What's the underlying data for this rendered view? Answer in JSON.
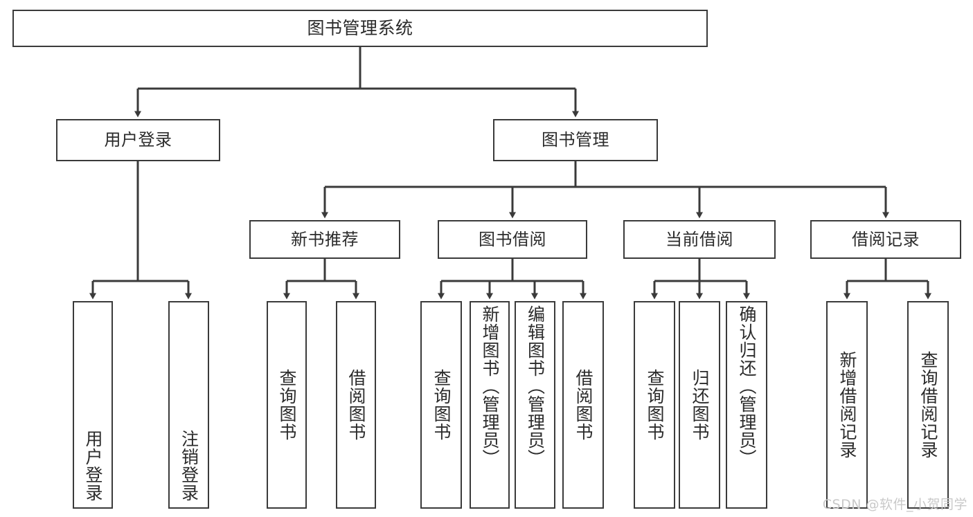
{
  "diagram": {
    "title": "图书管理系统",
    "type": "tree",
    "background_color": "#ffffff",
    "line_color": "#3a3a3a",
    "text_color": "#2b2b2b",
    "nodes": {
      "root": {
        "label": "图书管理系统"
      },
      "tier2": [
        {
          "id": "user-login",
          "label": "用户登录"
        },
        {
          "id": "book-management",
          "label": "图书管理"
        }
      ],
      "tier3": [
        {
          "id": "new-book-recommend",
          "label": "新书推荐"
        },
        {
          "id": "book-borrow",
          "label": "图书借阅"
        },
        {
          "id": "current-borrow",
          "label": "当前借阅"
        },
        {
          "id": "borrow-record",
          "label": "借阅记录"
        }
      ],
      "leaves": {
        "user_login": [
          {
            "id": "leaf-user-login",
            "label": "用户登录"
          },
          {
            "id": "leaf-logout",
            "label": "注销登录"
          }
        ],
        "new_book_recommend": [
          {
            "id": "leaf-query-book-1",
            "label": "查询图书"
          },
          {
            "id": "leaf-borrow-book-1",
            "label": "借阅图书"
          }
        ],
        "book_borrow": [
          {
            "id": "leaf-query-book-2",
            "label": "查询图书"
          },
          {
            "id": "leaf-add-book",
            "label": "新增图书（管理员）"
          },
          {
            "id": "leaf-edit-book",
            "label": "编辑图书（管理员）"
          },
          {
            "id": "leaf-borrow-book-2",
            "label": "借阅图书"
          }
        ],
        "current_borrow": [
          {
            "id": "leaf-query-book-3",
            "label": "查询图书"
          },
          {
            "id": "leaf-return-book",
            "label": "归还图书"
          },
          {
            "id": "leaf-confirm-return",
            "label": "确认归还（管理员）"
          }
        ],
        "borrow_record": [
          {
            "id": "leaf-add-record",
            "label": "新增借阅记录"
          },
          {
            "id": "leaf-query-record",
            "label": "查询借阅记录"
          }
        ]
      }
    }
  },
  "watermark": {
    "text": "CSDN @软件_小贺同学"
  }
}
